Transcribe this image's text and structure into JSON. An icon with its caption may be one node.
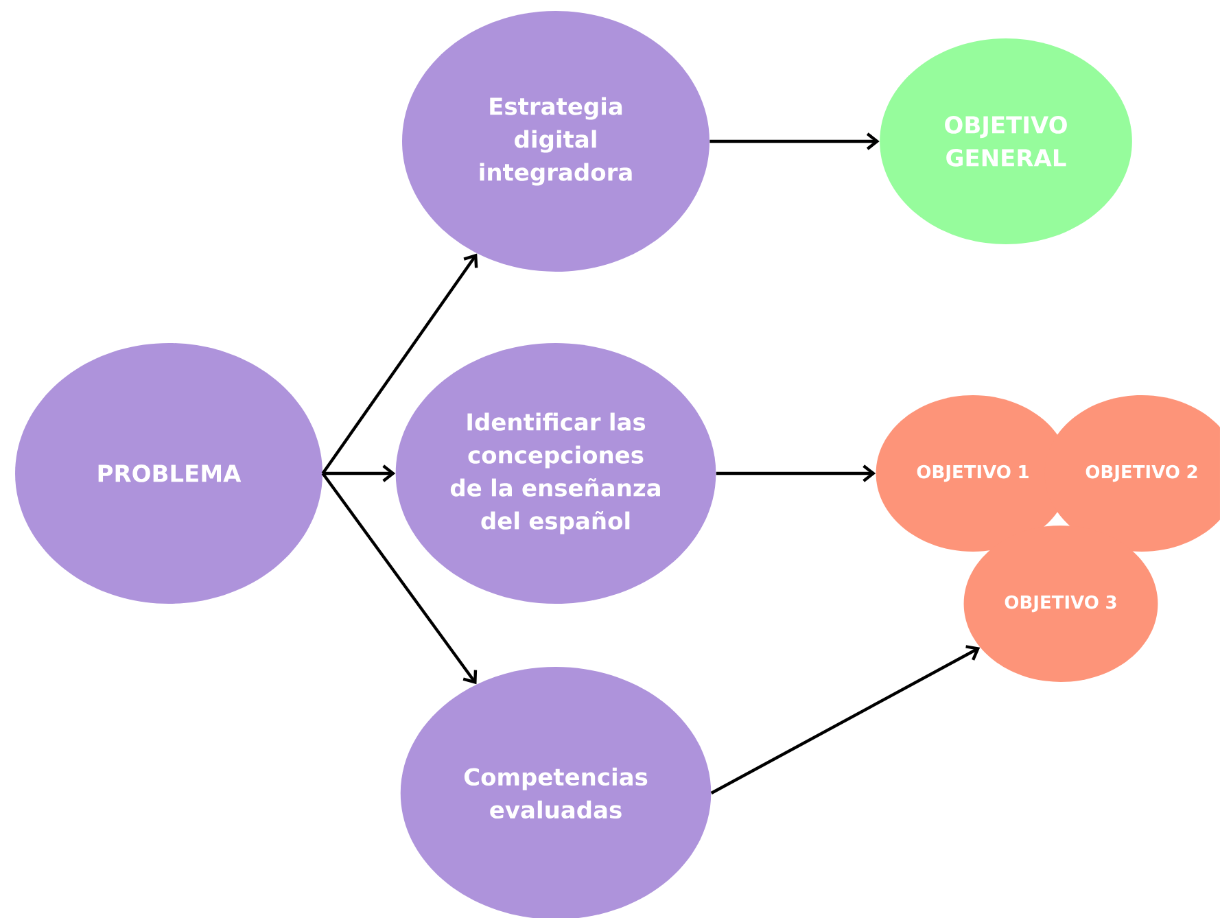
{
  "diagram": {
    "nodes": [
      {
        "text": [
          "PROBLEMA"
        ]
      },
      {
        "text": [
          "Estrategia digital integradora"
        ]
      },
      {
        "text": [
          "Identificar las concepciones de la enseñanza del español"
        ]
      },
      {
        "text": [
          "Competencias evaluadas"
        ]
      },
      {
        "text": [
          "OBJETIVO GENERAL"
        ]
      },
      {
        "text": [
          "OBJETIVO 1"
        ]
      },
      {
        "text": [
          "OBJETIVO 2"
        ]
      },
      {
        "text": [
          "OBJETIVO 3"
        ]
      }
    ],
    "edges": [
      {
        "from": 0,
        "to": 1,
        "arrow": "to"
      },
      {
        "from": 0,
        "to": 2,
        "arrow": "to"
      },
      {
        "from": 0,
        "to": 3,
        "arrow": "to"
      },
      {
        "from": 1,
        "to": 4,
        "arrow": "to"
      },
      {
        "from": 2,
        "to": 5,
        "arrow": "to"
      },
      {
        "from": 3,
        "to": 7,
        "arrow": "to"
      }
    ]
  }
}
